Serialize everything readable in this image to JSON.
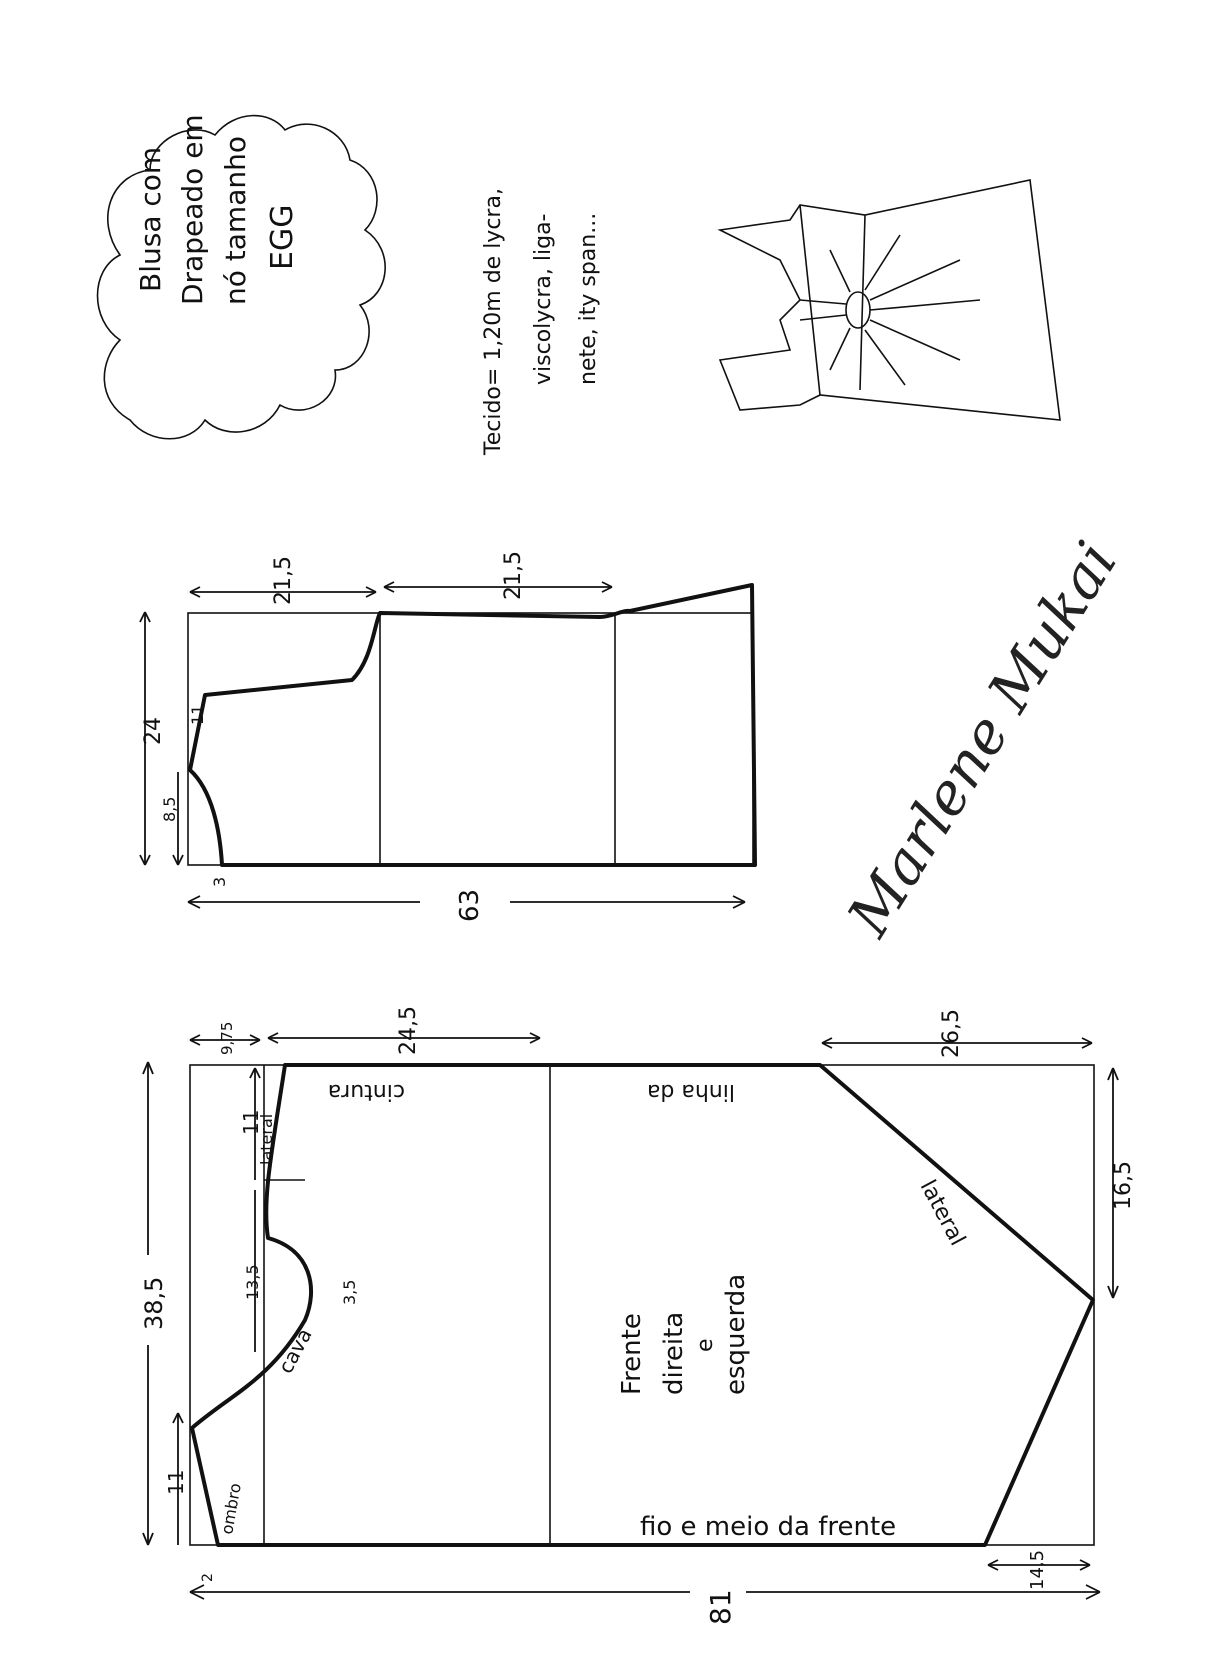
{
  "title": {
    "line1": "Blusa com",
    "line2": "Drapeado em",
    "line3": "nó tamanho",
    "line4": "EGG"
  },
  "fabric": {
    "line1": "Tecido= 1,20m de lycra,",
    "line2": "viscolycra, liga-",
    "line3": "nete, ity span..."
  },
  "back_pattern": {
    "dim_top_left": "21,5",
    "dim_top_right": "21,5",
    "dim_side_height": "24",
    "dim_neck_depth": "8,5",
    "dim_neck_mark": "11",
    "dim_bottom_offset": "3",
    "dim_total_length": "63"
  },
  "front_pattern": {
    "dim_shoulder_offset": "9,75",
    "dim_top_mid": "24,5",
    "dim_top_right": "26,5",
    "dim_left_height": "38,5",
    "dim_left_upper": "11",
    "dim_left_lower": "11",
    "dim_armhole_depth": "13,5",
    "dim_armhole_curve": "3,5",
    "dim_right_height": "16,5",
    "dim_bottom_offset": "14,5",
    "dim_small_bottom": "2",
    "dim_total_length": "81",
    "label_waist": "cintura",
    "label_line_of": "linha da",
    "label_side_upper": "lateral",
    "label_side_lower": "lateral",
    "label_armhole": "cava",
    "label_shoulder": "ombro",
    "label_piece_1": "Frente",
    "label_piece_2": "direita",
    "label_piece_3": "e",
    "label_piece_4": "esquerda",
    "label_grain": "fio e meio da frente"
  },
  "signature": "Marlene Mukai"
}
